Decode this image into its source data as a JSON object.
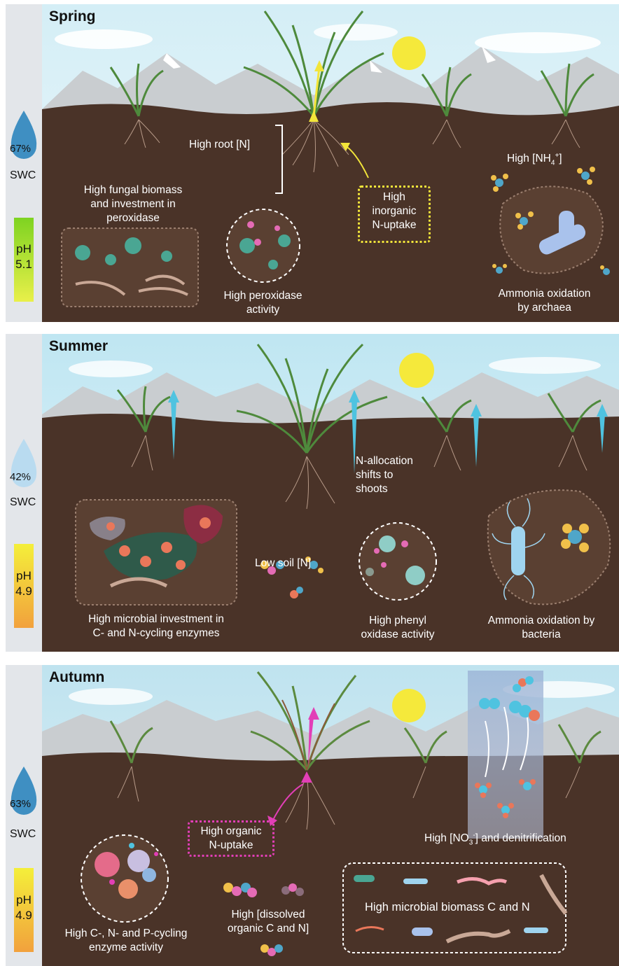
{
  "panels": [
    {
      "season": "Spring",
      "swc_value": "67%",
      "swc_label": "SWC",
      "ph_label": "pH",
      "ph_value": "5.1",
      "labels": {
        "root_n": "High root [N]",
        "fungal_1": "High fungal biomass",
        "fungal_2": "and investment in",
        "fungal_3": "peroxidase",
        "inorganic_1": "High",
        "inorganic_2": "inorganic",
        "inorganic_3": "N-uptake",
        "nh4_a": "High [NH",
        "nh4_sub": "4",
        "nh4_sup": "+",
        "nh4_b": "]",
        "perox_1": "High peroxidase",
        "perox_2": "activity",
        "archaea_1": "Ammonia oxidation",
        "archaea_2": "by archaea"
      }
    },
    {
      "season": "Summer",
      "swc_value": "42%",
      "swc_label": "SWC",
      "ph_label": "pH",
      "ph_value": "4.9",
      "labels": {
        "alloc_1": "N-allocation",
        "alloc_2": "shifts to",
        "alloc_3": "shoots",
        "low_soil": "Low soil [N]",
        "microbial_1": "High microbial investment in",
        "microbial_2": "C- and N-cycling enzymes",
        "phenyl_1": "High phenyl",
        "phenyl_2": "oxidase activity",
        "bacteria_1": "Ammonia oxidation by",
        "bacteria_2": "bacteria"
      }
    },
    {
      "season": "Autumn",
      "swc_value": "63%",
      "swc_label": "SWC",
      "ph_label": "pH",
      "ph_value": "4.9",
      "labels": {
        "organic_1": "High organic",
        "organic_2": "N-uptake",
        "no3_a": "High [NO",
        "no3_sub": "3",
        "no3_sup": "-",
        "no3_b": "] and denitrification",
        "cnp_1": "High C-, N- and P-cycling",
        "cnp_2": "enzyme activity",
        "doc_1": "High [dissolved",
        "doc_2": "organic C and N]",
        "biomass": "High microbial biomass C and N"
      }
    }
  ],
  "colors": {
    "soil": "#4a3328",
    "sky": "#cfe9f2",
    "left_strip": "#e3e6ea",
    "yellow_accent": "#f2e53a",
    "cyan_accent": "#4fc3e0",
    "magenta_accent": "#e23fb7",
    "sun": "#f5e93b"
  }
}
